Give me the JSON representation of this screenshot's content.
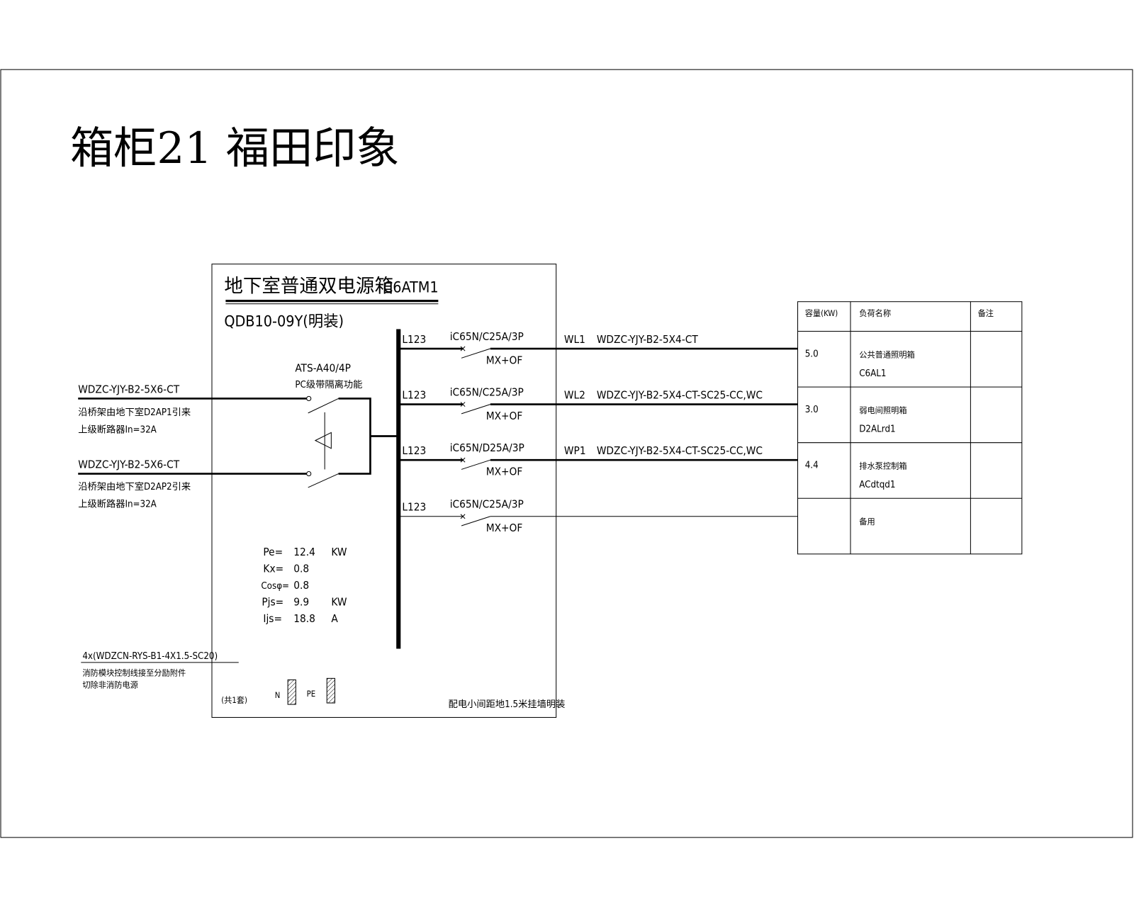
{
  "title": "箱柜21 福田印象",
  "panel": {
    "name": "地下室普通双电源箱",
    "code": "C6ATM1",
    "model": "QDB10-09Y(明装)",
    "ats_model": "ATS-A40/4P",
    "ats_note": "PC级带隔离功能",
    "sets": "(共1套)",
    "n_label": "N",
    "pe_label": "PE",
    "install_note": "配电小间距地1.5米挂墙明装"
  },
  "incoming": [
    {
      "cable": "WDZC-YJY-B2-5X6-CT",
      "note1": "沿桥架由地下室D2AP1引来",
      "note2": "上级断路器In=32A"
    },
    {
      "cable": "WDZC-YJY-B2-5X6-CT",
      "note1": "沿桥架由地下室D2AP2引来",
      "note2": "上级断路器In=32A"
    }
  ],
  "stats": [
    {
      "label": "Pe=",
      "value": "12.4",
      "unit": "KW"
    },
    {
      "label": "Kx=",
      "value": "0.8",
      "unit": ""
    },
    {
      "label": "Cosφ=",
      "value": "0.8",
      "unit": ""
    },
    {
      "label": "Pjs=",
      "value": "9.9",
      "unit": "KW"
    },
    {
      "label": "Ijs=",
      "value": "18.8",
      "unit": "A"
    }
  ],
  "fire_control": {
    "cable": "4x(WDZCN-RYS-B1-4X1.5-SC20)",
    "note1": "消防模块控制线接至分励附件",
    "note2": "切除非消防电源"
  },
  "branches": [
    {
      "phase": "L123",
      "breaker": "iC65N/C25A/3P",
      "accessory": "MX+OF",
      "circuit": "WL1",
      "cable": "WDZC-YJY-B2-5X4-CT"
    },
    {
      "phase": "L123",
      "breaker": "iC65N/C25A/3P",
      "accessory": "MX+OF",
      "circuit": "WL2",
      "cable": "WDZC-YJY-B2-5X4-CT-SC25-CC,WC"
    },
    {
      "phase": "L123",
      "breaker": "iC65N/D25A/3P",
      "accessory": "MX+OF",
      "circuit": "WP1",
      "cable": "WDZC-YJY-B2-5X4-CT-SC25-CC,WC"
    },
    {
      "phase": "L123",
      "breaker": "iC65N/C25A/3P",
      "accessory": "MX+OF",
      "circuit": "",
      "cable": ""
    }
  ],
  "load_table": {
    "headers": [
      "容量(KW)",
      "负荷名称",
      "备注"
    ],
    "rows": [
      {
        "capacity": "5.0",
        "name": "公共普通照明箱",
        "code": "C6AL1",
        "remark": ""
      },
      {
        "capacity": "3.0",
        "name": "弱电间照明箱",
        "code": "D2ALrd1",
        "remark": ""
      },
      {
        "capacity": "4.4",
        "name": "排水泵控制箱",
        "code": "ACdtqd1",
        "remark": ""
      },
      {
        "capacity": "",
        "name": "备用",
        "code": "",
        "remark": ""
      }
    ]
  }
}
